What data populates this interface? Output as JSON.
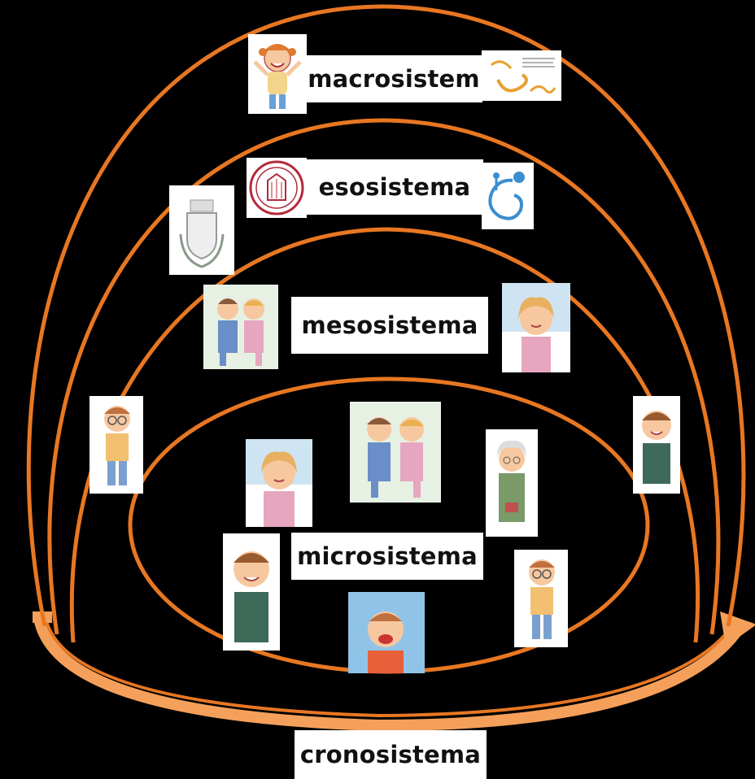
{
  "labels": {
    "macro": "macrosistem",
    "eso": "esosistema",
    "meso": "mesosistema",
    "micro": "microsistema",
    "crono": "cronosistema"
  },
  "colors": {
    "ring": "#E87722",
    "arrow": "#F5A05A",
    "background": "#000000",
    "label_bg": "#FFFFFF"
  },
  "icons": {
    "macro_left": "girl-cheering-icon",
    "macro_right": "institution-logo-icon",
    "eso_left": "university-seal-icon",
    "eso_right": "spiral-logo-icon",
    "eso_far_left": "town-crest-icon",
    "meso_left": "couple-icon",
    "meso_right": "girl-icon",
    "meso_far_left": "boy-glasses-icon",
    "meso_far_right": "boy-icon",
    "micro_girl": "girl-icon",
    "micro_couple": "couple-icon",
    "micro_grandma": "grandmother-icon",
    "micro_boy": "boy-icon",
    "micro_baby": "baby-icon",
    "micro_boy_glasses": "boy-glasses-icon"
  }
}
